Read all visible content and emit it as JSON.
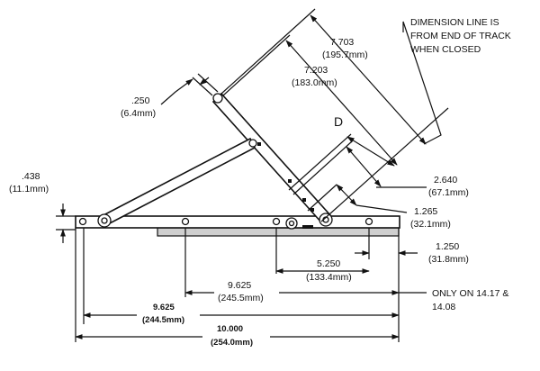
{
  "note": {
    "line1": "DIMENSION LINE IS",
    "line2": "FROM END OF TRACK",
    "line3": "WHEN CLOSED"
  },
  "dims": {
    "d7703_in": "7.703",
    "d7703_mm": "(195.7mm)",
    "d7203_in": "7.203",
    "d7203_mm": "(183.0mm)",
    "d250_in": ".250",
    "d250_mm": "(6.4mm)",
    "d_label": "D",
    "d438_in": ".438",
    "d438_mm": "(11.1mm)",
    "d2640_in": "2.640",
    "d2640_mm": "(67.1mm)",
    "d1265_in": "1.265",
    "d1265_mm": "(32.1mm)",
    "d1250_in": "1.250",
    "d1250_mm": "(31.8mm)",
    "d5250_in": "5.250",
    "d5250_mm": "(133.4mm)",
    "d9625a_in": "9.625",
    "d9625a_mm": "(245.5mm)",
    "only_line1": "ONLY ON 14.17 &",
    "only_line2": "14.08",
    "d9625b_in": "9.625",
    "d9625b_mm": "(244.5mm)",
    "d10000_in": "10.000",
    "d10000_mm": "(254.0mm)"
  }
}
